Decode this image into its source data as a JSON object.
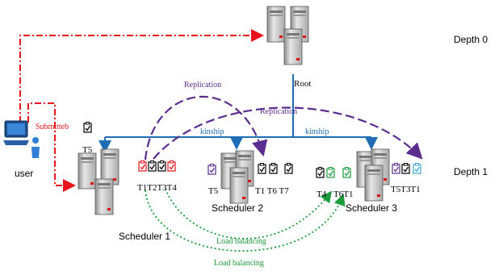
{
  "depth_labels": {
    "depth0": "Depth 0",
    "depth1": "Depth 1"
  },
  "nodes": {
    "root": "Root",
    "user": "user",
    "scheduler1": "Scheduler 1",
    "scheduler2": "Scheduler 2",
    "scheduler3": "Scheduler 3"
  },
  "edges": {
    "submitted": "Submitteb",
    "replication_left": "Replication",
    "replication_right": "Replication",
    "kinship_left": "kinship",
    "kinship_right": "kinship",
    "load_balancing_1": "Load balancing",
    "load_balancing_2": "Load balancing"
  },
  "task_labels": {
    "user_task": "T5",
    "scheduler1_tasks": "T1T2T3T4",
    "scheduler2_left": "T5",
    "scheduler2_right": "T1 T6  T7",
    "scheduler3_left": "T4",
    "scheduler3_mid": "T6T1",
    "scheduler3_right": "T5T3T1"
  },
  "colors": {
    "submit": "#e8141b",
    "replication": "#5b2d8e",
    "kinship": "#1f6db5",
    "load_balancing": "#1a9a3a",
    "server_body": "#c9c9c9"
  }
}
